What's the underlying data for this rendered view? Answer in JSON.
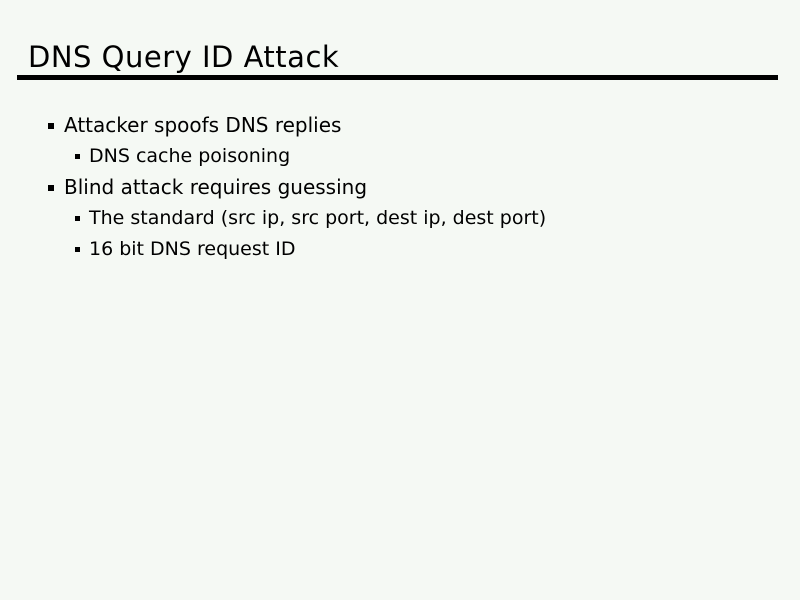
{
  "slide": {
    "title": "DNS Query ID Attack",
    "bullets": [
      {
        "level": 1,
        "text": "Attacker spoofs DNS replies"
      },
      {
        "level": 2,
        "text": "DNS cache poisoning"
      },
      {
        "level": 1,
        "text": "Blind attack requires guessing"
      },
      {
        "level": 2,
        "text": "The standard (src ip, src port, dest ip, dest port)"
      },
      {
        "level": 2,
        "text": "16 bit DNS request ID"
      }
    ],
    "colors": {
      "background": "#f5f9f4",
      "text": "#000000",
      "rule": "#000000"
    }
  }
}
